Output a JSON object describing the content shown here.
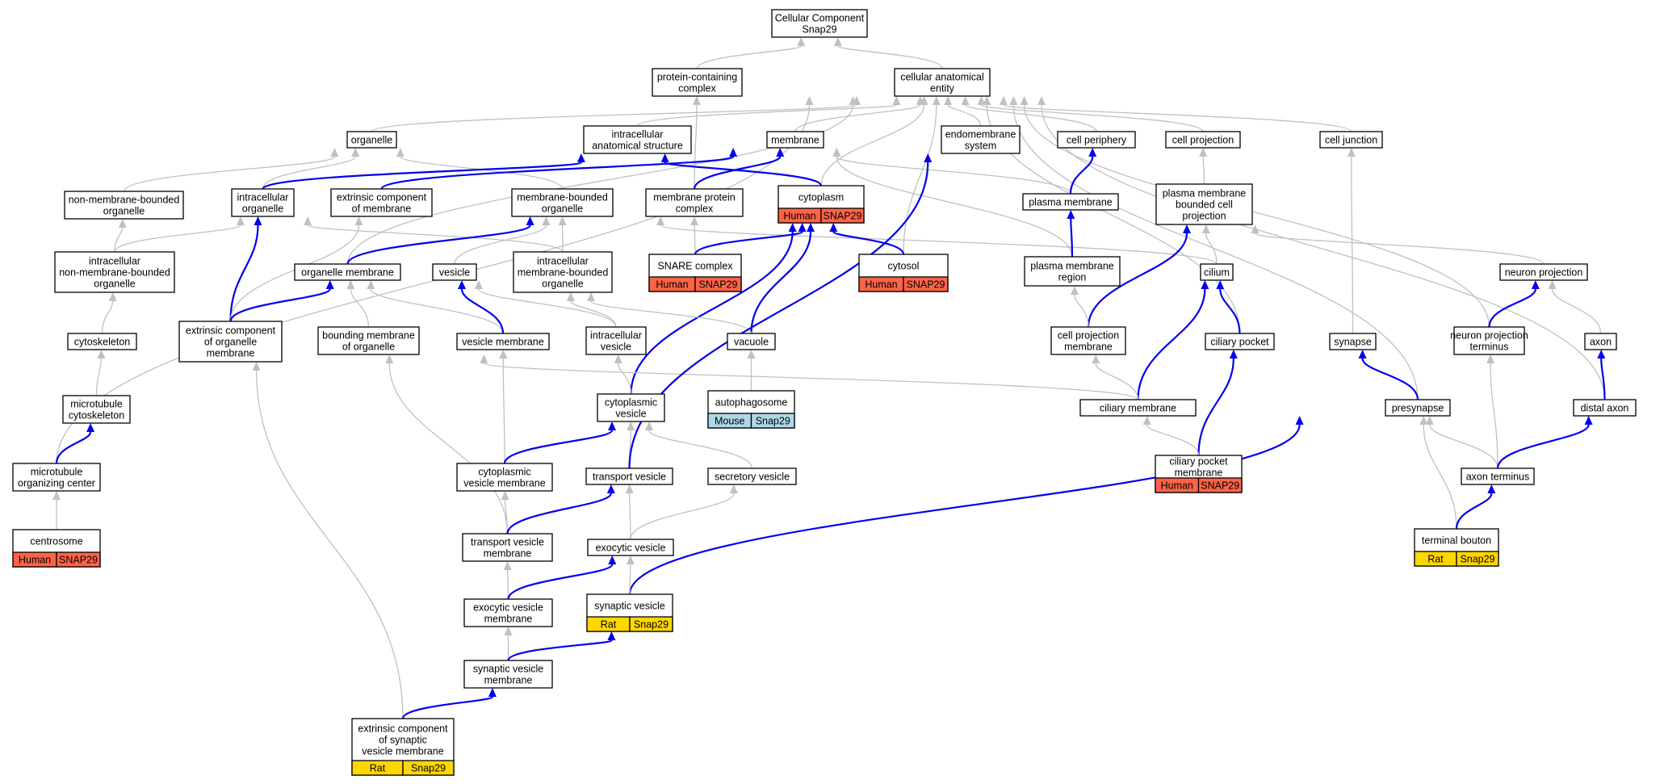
{
  "nodes": [
    {
      "id": "cc",
      "lines": [
        "Cellular Component",
        "Snap29"
      ]
    },
    {
      "id": "pcc",
      "lines": [
        "protein-containing",
        "complex"
      ]
    },
    {
      "id": "cae",
      "lines": [
        "cellular anatomical",
        "entity"
      ]
    },
    {
      "id": "organelle",
      "lines": [
        "organelle"
      ]
    },
    {
      "id": "ias",
      "lines": [
        "intracellular",
        "anatomical structure"
      ]
    },
    {
      "id": "membrane",
      "lines": [
        "membrane"
      ]
    },
    {
      "id": "endo",
      "lines": [
        "endomembrane",
        "system"
      ]
    },
    {
      "id": "cperiph",
      "lines": [
        "cell periphery"
      ]
    },
    {
      "id": "cproj",
      "lines": [
        "cell projection"
      ]
    },
    {
      "id": "cjunc",
      "lines": [
        "cell junction"
      ]
    },
    {
      "id": "nmbo",
      "lines": [
        "non-membrane-bounded",
        "organelle"
      ]
    },
    {
      "id": "io",
      "lines": [
        "intracellular",
        "organelle"
      ]
    },
    {
      "id": "ecm",
      "lines": [
        "extrinsic component",
        "of membrane"
      ]
    },
    {
      "id": "mbo",
      "lines": [
        "membrane-bounded",
        "organelle"
      ]
    },
    {
      "id": "mpc",
      "lines": [
        "membrane protein",
        "complex"
      ]
    },
    {
      "id": "cytoplasm",
      "lines": [
        "cytoplasm"
      ],
      "org": [
        "Human",
        "SNAP29"
      ],
      "orgColor": "#ff6347"
    },
    {
      "id": "pm",
      "lines": [
        "plasma membrane"
      ]
    },
    {
      "id": "pmbcp",
      "lines": [
        "plasma membrane",
        "bounded cell",
        "projection"
      ]
    },
    {
      "id": "inmbo",
      "lines": [
        "intracellular",
        "non-membrane-bounded",
        "organelle"
      ]
    },
    {
      "id": "om",
      "lines": [
        "organelle membrane"
      ]
    },
    {
      "id": "vesicle",
      "lines": [
        "vesicle"
      ]
    },
    {
      "id": "imbo",
      "lines": [
        "intracellular",
        "membrane-bounded",
        "organelle"
      ]
    },
    {
      "id": "snare",
      "lines": [
        "SNARE complex"
      ],
      "org": [
        "Human",
        "SNAP29"
      ],
      "orgColor": "#ff6347"
    },
    {
      "id": "cytosol",
      "lines": [
        "cytosol"
      ],
      "org": [
        "Human",
        "SNAP29"
      ],
      "orgColor": "#ff6347"
    },
    {
      "id": "pmr",
      "lines": [
        "plasma membrane",
        "region"
      ]
    },
    {
      "id": "cilium",
      "lines": [
        "cilium"
      ]
    },
    {
      "id": "np",
      "lines": [
        "neuron projection"
      ]
    },
    {
      "id": "cytoskeleton",
      "lines": [
        "cytoskeleton"
      ]
    },
    {
      "id": "ecom",
      "lines": [
        "extrinsic component",
        "of organelle",
        "membrane"
      ]
    },
    {
      "id": "bmo",
      "lines": [
        "bounding membrane",
        "of organelle"
      ]
    },
    {
      "id": "vm",
      "lines": [
        "vesicle membrane"
      ]
    },
    {
      "id": "iv",
      "lines": [
        "intracellular",
        "vesicle"
      ]
    },
    {
      "id": "vacuole",
      "lines": [
        "vacuole"
      ]
    },
    {
      "id": "cpm",
      "lines": [
        "cell projection",
        "membrane"
      ]
    },
    {
      "id": "cpocket",
      "lines": [
        "ciliary pocket"
      ]
    },
    {
      "id": "synapse",
      "lines": [
        "synapse"
      ]
    },
    {
      "id": "npt",
      "lines": [
        "neuron projection",
        "terminus"
      ]
    },
    {
      "id": "axon",
      "lines": [
        "axon"
      ]
    },
    {
      "id": "mtc",
      "lines": [
        "microtubule",
        "cytoskeleton"
      ]
    },
    {
      "id": "cv",
      "lines": [
        "cytoplasmic",
        "vesicle"
      ]
    },
    {
      "id": "autophagosome",
      "lines": [
        "autophagosome"
      ],
      "org": [
        "Mouse",
        "Snap29"
      ],
      "orgColor": "#add8e6"
    },
    {
      "id": "cm",
      "lines": [
        "ciliary membrane"
      ]
    },
    {
      "id": "presynapse",
      "lines": [
        "presynapse"
      ]
    },
    {
      "id": "daxon",
      "lines": [
        "distal axon"
      ]
    },
    {
      "id": "mtoc",
      "lines": [
        "microtubule",
        "organizing center"
      ]
    },
    {
      "id": "cvm",
      "lines": [
        "cytoplasmic",
        "vesicle membrane"
      ]
    },
    {
      "id": "tv",
      "lines": [
        "transport vesicle"
      ]
    },
    {
      "id": "sv",
      "lines": [
        "secretory vesicle"
      ]
    },
    {
      "id": "cpmem",
      "lines": [
        "ciliary pocket",
        "membrane"
      ],
      "org": [
        "Human",
        "SNAP29"
      ],
      "orgColor": "#ff6347"
    },
    {
      "id": "at",
      "lines": [
        "axon terminus"
      ]
    },
    {
      "id": "centrosome",
      "lines": [
        "centrosome"
      ],
      "org": [
        "Human",
        "SNAP29"
      ],
      "orgColor": "#ff6347"
    },
    {
      "id": "tvm",
      "lines": [
        "transport vesicle",
        "membrane"
      ]
    },
    {
      "id": "ev",
      "lines": [
        "exocytic vesicle"
      ]
    },
    {
      "id": "tb",
      "lines": [
        "terminal bouton"
      ],
      "org": [
        "Rat",
        "Snap29"
      ],
      "orgColor": "#ffd700"
    },
    {
      "id": "evm",
      "lines": [
        "exocytic vesicle",
        "membrane"
      ]
    },
    {
      "id": "synv",
      "lines": [
        "synaptic vesicle"
      ],
      "org": [
        "Rat",
        "Snap29"
      ],
      "orgColor": "#ffd700"
    },
    {
      "id": "svm",
      "lines": [
        "synaptic vesicle",
        "membrane"
      ]
    },
    {
      "id": "ecsvm",
      "lines": [
        "extrinsic component",
        "of synaptic",
        "vesicle membrane"
      ],
      "org": [
        "Rat",
        "Snap29"
      ],
      "orgColor": "#ffd700"
    }
  ],
  "edges": [
    {
      "from": "pcc",
      "to": "cc",
      "color": "gray"
    },
    {
      "from": "cae",
      "to": "cc",
      "color": "gray"
    },
    {
      "from": "organelle",
      "to": "cae",
      "color": "gray"
    },
    {
      "from": "ias",
      "to": "cae",
      "color": "gray"
    },
    {
      "from": "membrane",
      "to": "cae",
      "color": "gray"
    },
    {
      "from": "endo",
      "to": "cae",
      "color": "gray"
    },
    {
      "from": "cperiph",
      "to": "cae",
      "color": "gray"
    },
    {
      "from": "cproj",
      "to": "cae",
      "color": "gray"
    },
    {
      "from": "cjunc",
      "to": "cae",
      "color": "gray"
    },
    {
      "from": "mtoc",
      "to": "cae",
      "color": "gray"
    },
    {
      "from": "cytoplasm",
      "to": "cae",
      "color": "gray"
    },
    {
      "from": "cytosol",
      "to": "cae",
      "color": "gray"
    },
    {
      "from": "cpocket",
      "to": "cae",
      "color": "gray"
    },
    {
      "from": "presynapse",
      "to": "cae",
      "color": "gray"
    },
    {
      "from": "npt",
      "to": "cae",
      "color": "gray"
    },
    {
      "from": "daxon",
      "to": "cae",
      "color": "gray"
    },
    {
      "from": "om",
      "to": "cae",
      "color": "gray"
    },
    {
      "from": "mpc",
      "to": "pcc",
      "color": "gray"
    },
    {
      "from": "nmbo",
      "to": "organelle",
      "color": "gray"
    },
    {
      "from": "io",
      "to": "organelle",
      "color": "gray"
    },
    {
      "from": "mbo",
      "to": "organelle",
      "color": "gray"
    },
    {
      "from": "io",
      "to": "ias",
      "color": "blue"
    },
    {
      "from": "cytoplasm",
      "to": "ias",
      "color": "blue"
    },
    {
      "from": "ecm",
      "to": "membrane",
      "color": "blue"
    },
    {
      "from": "mpc",
      "to": "membrane",
      "color": "blue"
    },
    {
      "from": "pm",
      "to": "membrane",
      "color": "gray"
    },
    {
      "from": "pmr",
      "to": "membrane",
      "color": "gray"
    },
    {
      "from": "pm",
      "to": "cperiph",
      "color": "blue"
    },
    {
      "from": "pmbcp",
      "to": "cproj",
      "color": "gray"
    },
    {
      "from": "synapse",
      "to": "cjunc",
      "color": "gray"
    },
    {
      "from": "inmbo",
      "to": "nmbo",
      "color": "gray"
    },
    {
      "from": "inmbo",
      "to": "io",
      "color": "gray"
    },
    {
      "from": "cilium",
      "to": "mbo",
      "color": "gray"
    },
    {
      "from": "imbo",
      "to": "io",
      "color": "gray"
    },
    {
      "from": "ecom",
      "to": "io",
      "color": "blue"
    },
    {
      "from": "ecom",
      "to": "ecm",
      "color": "gray"
    },
    {
      "from": "om",
      "to": "mbo",
      "color": "blue"
    },
    {
      "from": "vesicle",
      "to": "mbo",
      "color": "gray"
    },
    {
      "from": "imbo",
      "to": "mbo",
      "color": "gray"
    },
    {
      "from": "snare",
      "to": "mpc",
      "color": "gray"
    },
    {
      "from": "snare",
      "to": "cytoplasm",
      "color": "blue"
    },
    {
      "from": "cytosol",
      "to": "cytoplasm",
      "color": "blue"
    },
    {
      "from": "vacuole",
      "to": "cytoplasm",
      "color": "blue"
    },
    {
      "from": "cv",
      "to": "cytoplasm",
      "color": "blue"
    },
    {
      "from": "pmr",
      "to": "pm",
      "color": "blue"
    },
    {
      "from": "cpm",
      "to": "pmbcp",
      "color": "blue"
    },
    {
      "from": "cilium",
      "to": "pmbcp",
      "color": "gray"
    },
    {
      "from": "np",
      "to": "pmbcp",
      "color": "gray"
    },
    {
      "from": "cytoskeleton",
      "to": "inmbo",
      "color": "gray"
    },
    {
      "from": "ecom",
      "to": "om",
      "color": "blue"
    },
    {
      "from": "bmo",
      "to": "om",
      "color": "gray"
    },
    {
      "from": "vm",
      "to": "om",
      "color": "gray"
    },
    {
      "from": "vm",
      "to": "vesicle",
      "color": "blue"
    },
    {
      "from": "iv",
      "to": "vesicle",
      "color": "gray"
    },
    {
      "from": "iv",
      "to": "imbo",
      "color": "gray"
    },
    {
      "from": "vacuole",
      "to": "imbo",
      "color": "gray"
    },
    {
      "from": "cpm",
      "to": "pmr",
      "color": "gray"
    },
    {
      "from": "cm",
      "to": "cilium",
      "color": "blue"
    },
    {
      "from": "cpocket",
      "to": "cilium",
      "color": "blue"
    },
    {
      "from": "npt",
      "to": "np",
      "color": "blue"
    },
    {
      "from": "axon",
      "to": "np",
      "color": "gray"
    },
    {
      "from": "mtc",
      "to": "cytoskeleton",
      "color": "gray"
    },
    {
      "from": "ecsvm",
      "to": "ecom",
      "color": "gray"
    },
    {
      "from": "tvm",
      "to": "bmo",
      "color": "gray"
    },
    {
      "from": "cm",
      "to": "bmo",
      "color": "gray"
    },
    {
      "from": "cvm",
      "to": "vm",
      "color": "gray"
    },
    {
      "from": "cv",
      "to": "iv",
      "color": "gray"
    },
    {
      "from": "autophagosome",
      "to": "vacuole",
      "color": "gray"
    },
    {
      "from": "cm",
      "to": "cpm",
      "color": "gray"
    },
    {
      "from": "cpmem",
      "to": "cpocket",
      "color": "blue"
    },
    {
      "from": "presynapse",
      "to": "synapse",
      "color": "blue"
    },
    {
      "from": "at",
      "to": "npt",
      "color": "gray"
    },
    {
      "from": "daxon",
      "to": "axon",
      "color": "blue"
    },
    {
      "from": "mtoc",
      "to": "mtc",
      "color": "blue"
    },
    {
      "from": "cvm",
      "to": "cv",
      "color": "blue"
    },
    {
      "from": "tv",
      "to": "cv",
      "color": "gray"
    },
    {
      "from": "sv",
      "to": "cv",
      "color": "gray"
    },
    {
      "from": "tv",
      "to": "endo",
      "color": "blue"
    },
    {
      "from": "cpmem",
      "to": "cm",
      "color": "gray"
    },
    {
      "from": "synv",
      "to": "presynapse",
      "color": "blue"
    },
    {
      "from": "at",
      "to": "presynapse",
      "color": "gray"
    },
    {
      "from": "tb",
      "to": "presynapse",
      "color": "gray"
    },
    {
      "from": "at",
      "to": "daxon",
      "color": "blue"
    },
    {
      "from": "centrosome",
      "to": "mtoc",
      "color": "gray"
    },
    {
      "from": "tvm",
      "to": "cvm",
      "color": "gray"
    },
    {
      "from": "tvm",
      "to": "tv",
      "color": "blue"
    },
    {
      "from": "ev",
      "to": "tv",
      "color": "gray"
    },
    {
      "from": "ev",
      "to": "sv",
      "color": "gray"
    },
    {
      "from": "tb",
      "to": "at",
      "color": "blue"
    },
    {
      "from": "evm",
      "to": "tvm",
      "color": "gray"
    },
    {
      "from": "evm",
      "to": "ev",
      "color": "blue"
    },
    {
      "from": "synv",
      "to": "ev",
      "color": "gray"
    },
    {
      "from": "svm",
      "to": "evm",
      "color": "gray"
    },
    {
      "from": "svm",
      "to": "synv",
      "color": "blue"
    },
    {
      "from": "ecsvm",
      "to": "svm",
      "color": "blue"
    }
  ],
  "colors": {
    "gray_edge": "#c0c0c0",
    "blue_edge": "#0000ee",
    "human": "#ff6347",
    "mouse": "#add8e6",
    "rat": "#ffd700"
  }
}
